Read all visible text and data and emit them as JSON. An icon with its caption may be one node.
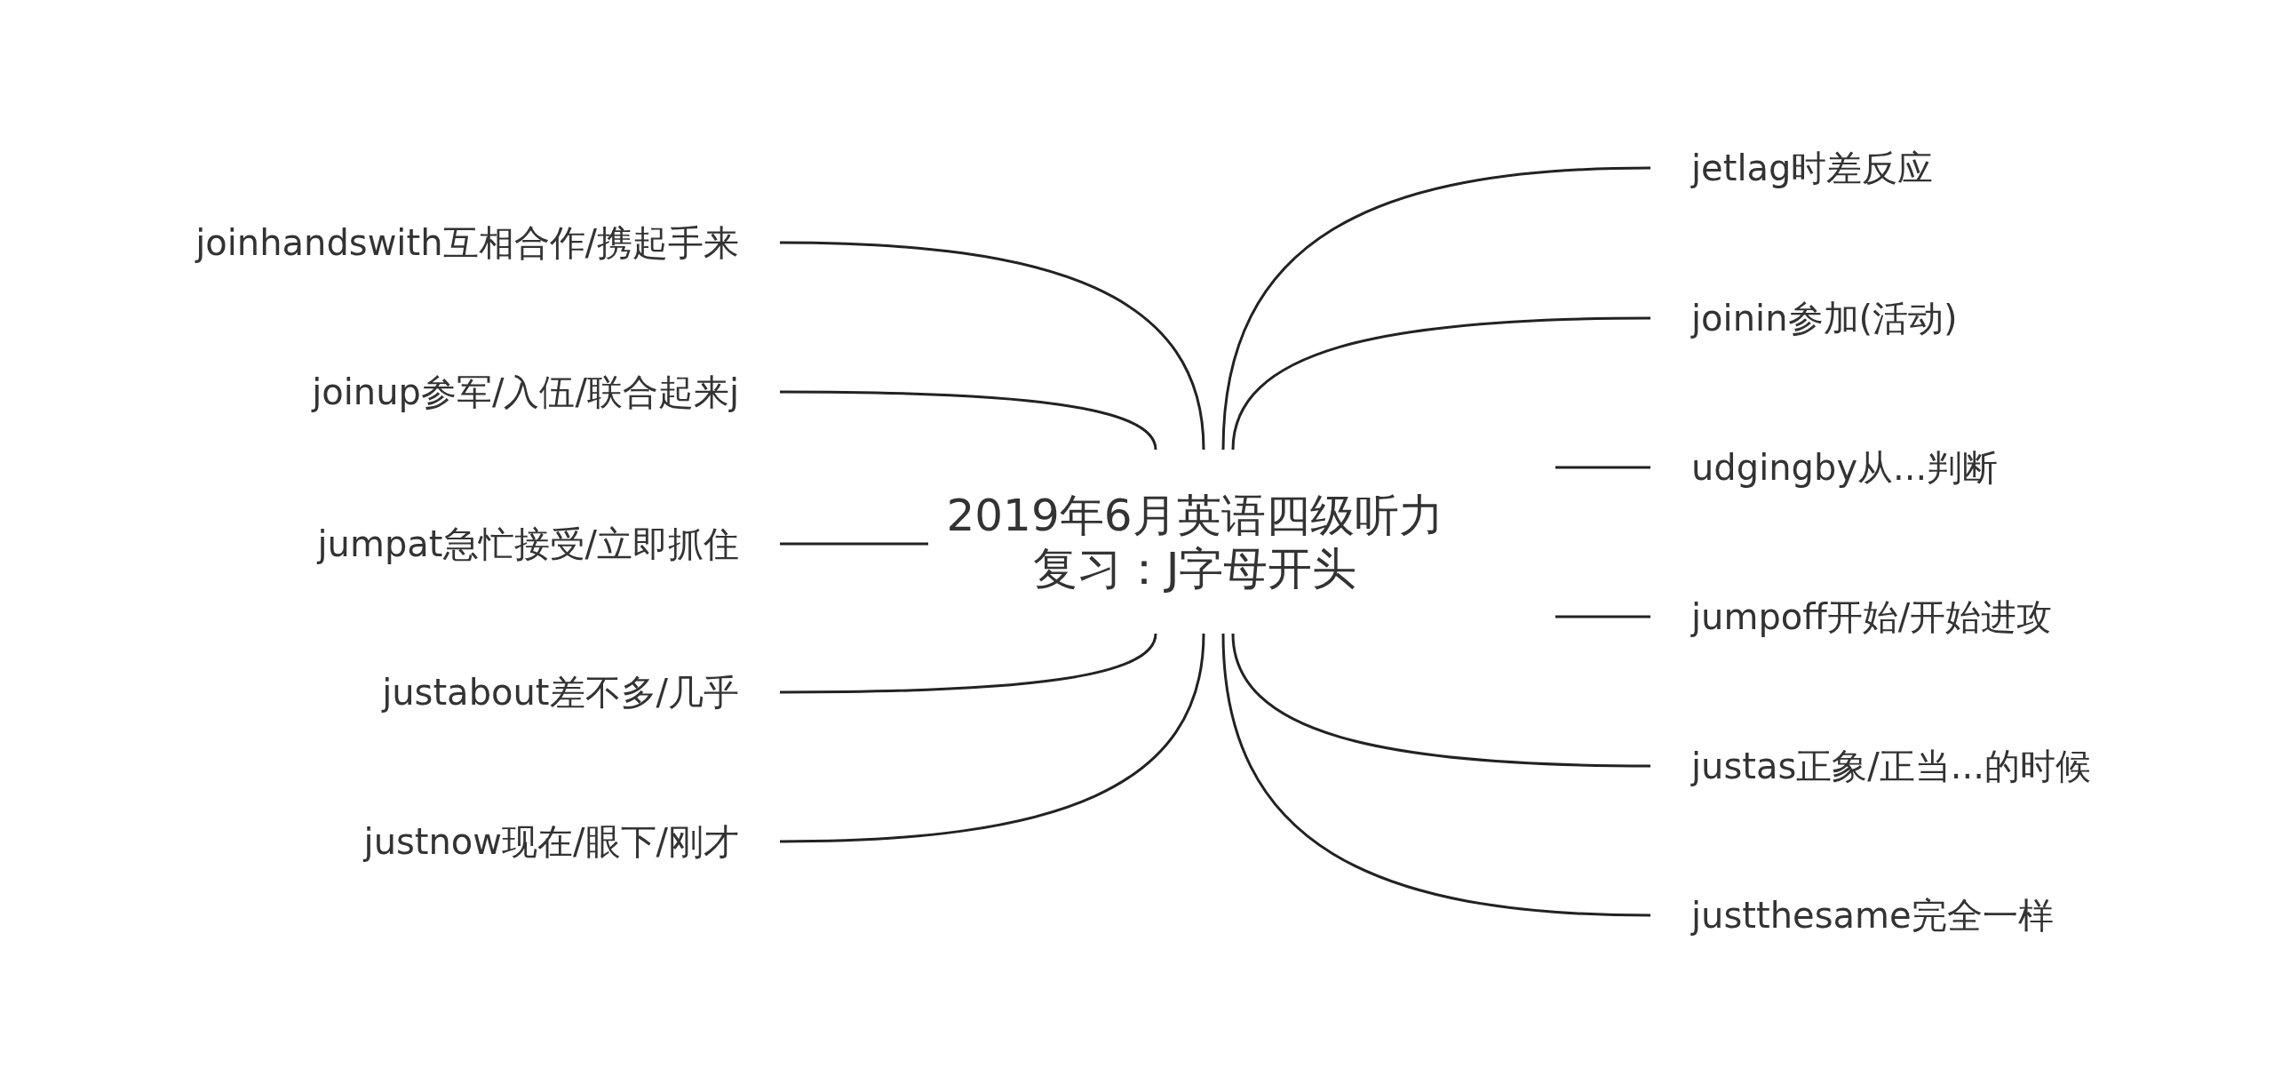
{
  "diagram": {
    "nodes": [
      {
        "text": [
          "2019年6月英语四级听力复习：J字母开头"
        ]
      },
      {
        "text": [
          "joinhandswith互相合作/携起手来"
        ]
      },
      {
        "text": [
          "joinup参军/入伍/联合起来j"
        ]
      },
      {
        "text": [
          "jumpat急忙接受/立即抓住"
        ]
      },
      {
        "text": [
          "justabout差不多/几乎"
        ]
      },
      {
        "text": [
          "justnow现在/眼下/刚才"
        ]
      },
      {
        "text": [
          "jetlag时差反应"
        ]
      },
      {
        "text": [
          "joinin参加(活动)"
        ]
      },
      {
        "text": [
          "udgingby从...判断"
        ]
      },
      {
        "text": [
          "jumpoff开始/开始进攻"
        ]
      },
      {
        "text": [
          "justas正象/正当...的时候"
        ]
      },
      {
        "text": [
          "justthesame完全一样"
        ]
      }
    ],
    "edges": [
      {
        "from": 0,
        "to": 1,
        "arrow": "none"
      },
      {
        "from": 0,
        "to": 2,
        "arrow": "none"
      },
      {
        "from": 0,
        "to": 3,
        "arrow": "none"
      },
      {
        "from": 0,
        "to": 4,
        "arrow": "none"
      },
      {
        "from": 0,
        "to": 5,
        "arrow": "none"
      },
      {
        "from": 0,
        "to": 6,
        "arrow": "none"
      },
      {
        "from": 0,
        "to": 7,
        "arrow": "none"
      },
      {
        "from": 0,
        "to": 8,
        "arrow": "none"
      },
      {
        "from": 0,
        "to": 9,
        "arrow": "none"
      },
      {
        "from": 0,
        "to": 10,
        "arrow": "none"
      },
      {
        "from": 0,
        "to": 11,
        "arrow": "none"
      }
    ]
  }
}
